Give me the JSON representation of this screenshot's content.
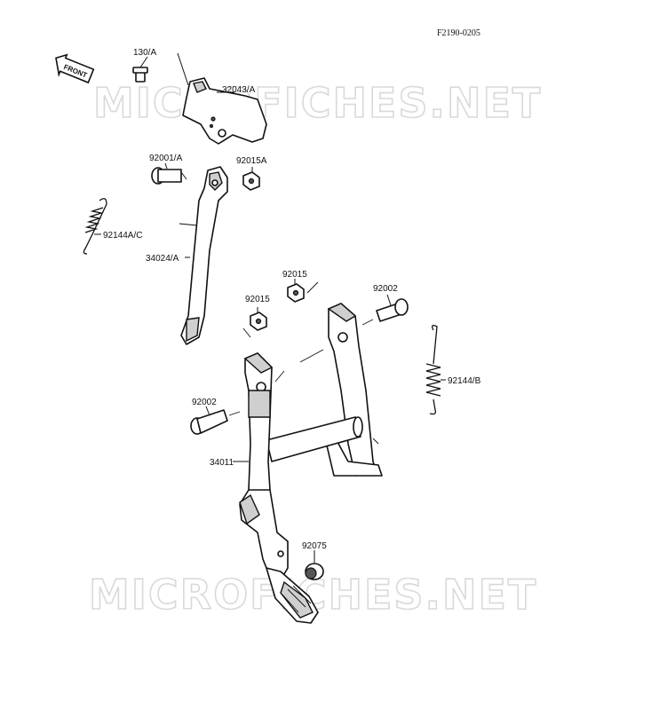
{
  "diagram": {
    "ref_code": "F2190-0205",
    "front_label": "FRONT",
    "watermark": "MICROFICHES.NET",
    "parts": [
      {
        "id": "130a",
        "label": "130/A"
      },
      {
        "id": "32043a",
        "label": "32043/A"
      },
      {
        "id": "92001a",
        "label": "92001/A"
      },
      {
        "id": "92015a",
        "label": "92015A"
      },
      {
        "id": "92144ac",
        "label": "92144A/C"
      },
      {
        "id": "34024a",
        "label": "34024/A"
      },
      {
        "id": "92015-upper",
        "label": "92015"
      },
      {
        "id": "92015-lower",
        "label": "92015"
      },
      {
        "id": "92002-right",
        "label": "92002"
      },
      {
        "id": "92144b",
        "label": "92144/B"
      },
      {
        "id": "92002-left",
        "label": "92002"
      },
      {
        "id": "34011",
        "label": "34011"
      },
      {
        "id": "92075",
        "label": "92075"
      }
    ]
  }
}
